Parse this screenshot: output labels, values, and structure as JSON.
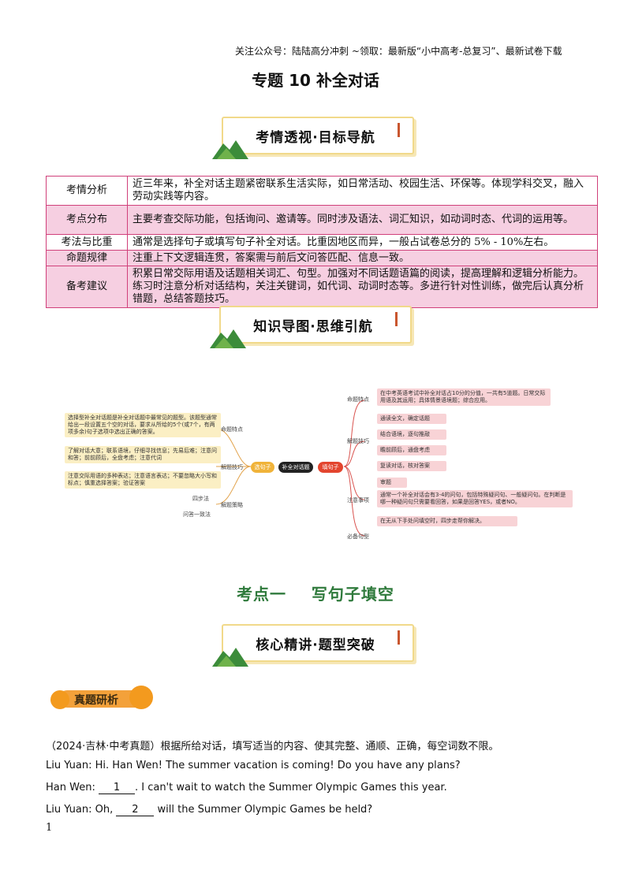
{
  "header_note": "关注公众号：陆陆高分冲刺  ~领取：最新版“小中高考-总复习”、最新试卷下载",
  "page_title": "专题 10 补全对话",
  "banners": {
    "b1": "考情透视·目标导航",
    "b2": "知识导图·思维引航",
    "b3": "核心精讲·题型突破"
  },
  "info_table": [
    {
      "label": "考情分析",
      "text": "近三年来，补全对话主题紧密联系生活实际，如日常活动、校园生活、环保等。体现学科交叉，融入劳动实践等内容。"
    },
    {
      "label": "考点分布",
      "text": "主要考查交际功能，包括询问、邀请等。同时涉及语法、词汇知识，如动词时态、代词的运用等。"
    },
    {
      "label": "考法与比重",
      "text": "通常是选择句子或填写句子补全对话。比重因地区而异，一般占试卷总分的 5% - 10%左右。"
    },
    {
      "label": "命题规律",
      "text": "注重上下文逻辑连贯，答案需与前后文问答匹配、信息一致。"
    },
    {
      "label": "备考建议",
      "text": "积累日常交际用语及话题相关词汇、句型。加强对不同话题语篇的阅读，提高理解和逻辑分析能力。练习时注意分析对话结构，关注关键词，如代词、动词时态等。多进行针对性训练，做完后认真分析错题，总结答题技巧。"
    }
  ],
  "mindmap": {
    "center": "补全对话题",
    "choose": "选句子",
    "fill": "填句子",
    "left_branches": [
      "命题特点",
      "解题技巧",
      "解题策略"
    ],
    "left_notes": [
      "选择型补全对话题是补全对话题中最常见的题型。该题型通常给出一段设置五个空的对话，要求从所给的5个(或7个，有两项多余)句子选项中选出正确的答案。",
      "了解对话大意；联系语境，仔细寻找信息；先易后难；注意问和答；前前顾后，全盘考虑；注意代词",
      "注意交际用语的多种表达；注意语言表达；不要忽略大小写和标点；慎重选择答案；验证答案"
    ],
    "left_small": [
      "四步法",
      "问答一致法"
    ],
    "right_branches": [
      "命题特点",
      "解题技巧",
      "注意事项",
      "必备句型"
    ],
    "right_notes": [
      "在中考英语考试中补全对话占10分的分值，一共有5道题。日常交际用语及其运用；具体情景语境题；综合应用。",
      "通读全文，确定话题",
      "结合语境，逐句推敲",
      "瞻前顾后，通盘考虑",
      "复读对话，核对答案",
      "审题",
      "通常一个补全对话会有3-4的问句，包括特殊疑问句、一般疑问句。在判断是哪一种疑问句只需要看回答，如果是回答YES，或者NO。",
      "在无从下手处问填空时，四步走帮你解决。"
    ]
  },
  "section_title": "考点一    写句子填空",
  "real_tag": "真题研析",
  "question_intro": "（2024·吉林·中考真题）根据所给对话，填写适当的内容、使其完整、通顺、正确，每空词数不限。",
  "dialogue": [
    {
      "pre": "Liu Yuan: Hi. Han Wen! The summer vacation is coming! Do you have any plans?",
      "blank": "",
      "post": ""
    },
    {
      "pre": "Han Wen: ",
      "blank": "1",
      "post": ". I can't wait to watch the Summer Olympic Games this year."
    },
    {
      "pre": "Liu Yuan: Oh, ",
      "blank": "2",
      "post": " will the Summer Olympic Games be held?"
    }
  ],
  "page_number": "1"
}
